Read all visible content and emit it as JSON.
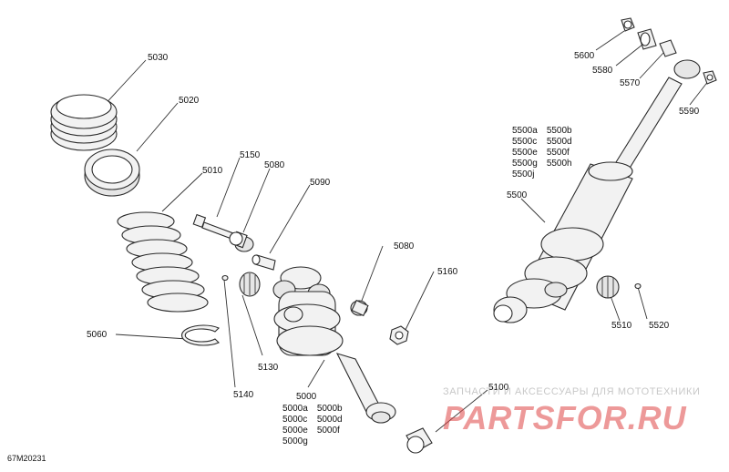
{
  "diagram": {
    "reference": "67M20231",
    "watermark": {
      "caption": "ЗАПЧАСТИ И АКСЕССУАРЫ ДЛЯ МОТОТЕХНИКИ",
      "logo": "PARTSFOR.RU"
    },
    "labels": {
      "p5030": "5030",
      "p5020": "5020",
      "p5010": "5010",
      "p5150": "5150",
      "p5080a": "5080",
      "p5090": "5090",
      "p5080b": "5080",
      "p5160": "5160",
      "p5060": "5060",
      "p5130": "5130",
      "p5140": "5140",
      "p5000": "5000",
      "p5100": "5100",
      "p5600": "5600",
      "p5580": "5580",
      "p5570": "5570",
      "p5590": "5590",
      "p5500": "5500",
      "p5510": "5510",
      "p5520": "5520"
    },
    "variants_5000": [
      "5000a",
      "5000b",
      "5000c",
      "5000d",
      "5000e",
      "5000f",
      "5000g"
    ],
    "variants_5500": [
      "5500a",
      "5500b",
      "5500c",
      "5500d",
      "5500e",
      "5500f",
      "5500g",
      "5500h",
      "5500j"
    ]
  }
}
